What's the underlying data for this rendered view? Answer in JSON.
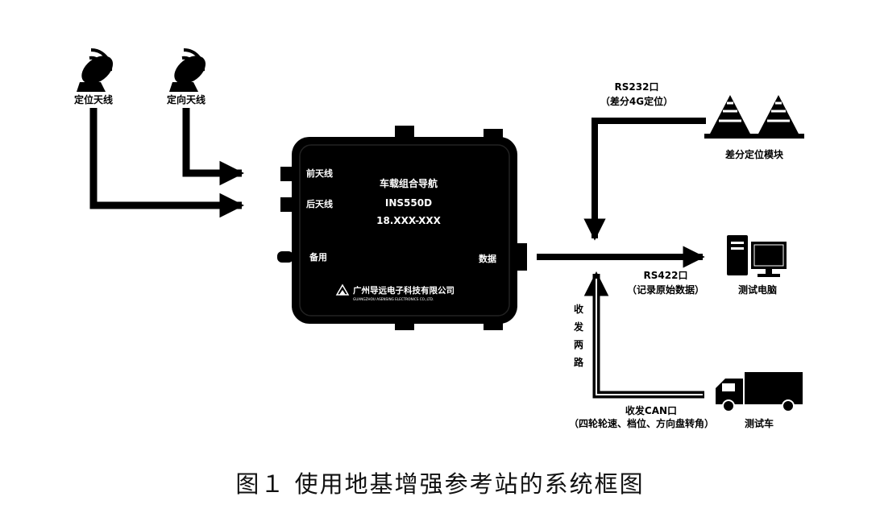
{
  "antennas": {
    "positioning": "定位天线",
    "heading": "定向天线"
  },
  "device": {
    "front_antenna": "前天线",
    "rear_antenna": "后天线",
    "spare": "备用",
    "data": "数据",
    "name": "车载组合导航",
    "model": "INS550D",
    "serial": "18.XXX-XXX",
    "company_cn": "广州导远电子科技有限公司",
    "company_en": "GUANGZHOU ASENSING ELECTRONICS CO.,LTD."
  },
  "interfaces": {
    "rs232": "RS232口",
    "rs232_desc": "（差分4G定位）",
    "rs422": "RS422口",
    "rs422_desc": "（记录原始数据）",
    "can": "收发CAN口",
    "can_desc": "（四轮轮速、档位、方向盘转角）",
    "bus_vertical": [
      "收",
      "发",
      "两",
      "路"
    ]
  },
  "peripherals": {
    "diff_module": "差分定位模块",
    "test_pc": "测试电脑",
    "test_vehicle": "测试车"
  },
  "caption": "图１ 使用地基增强参考站的系统框图"
}
